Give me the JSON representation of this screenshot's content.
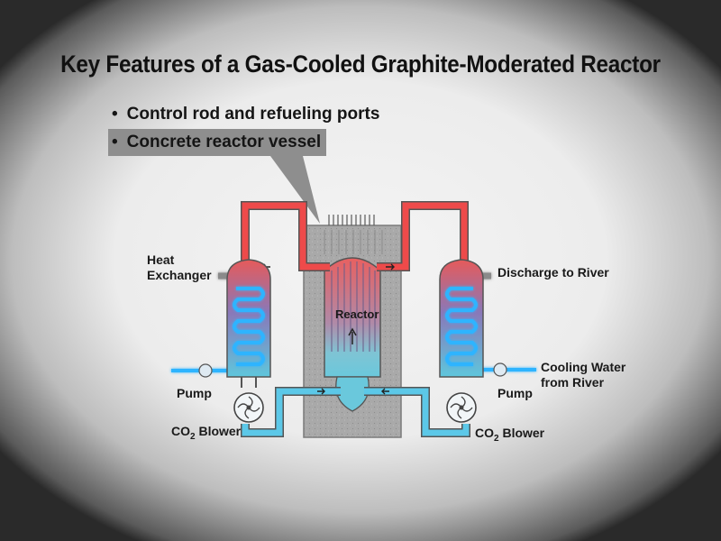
{
  "title": "Key Features of a Gas-Cooled Graphite-Moderated Reactor",
  "bullets": [
    {
      "text": "Control rod and refueling ports",
      "highlighted": false
    },
    {
      "text": "Concrete reactor vessel",
      "highlighted": true
    }
  ],
  "labels": {
    "heat_exchanger_line1": "Heat",
    "heat_exchanger_line2": "Exchanger",
    "reactor": "Reactor",
    "pump_left": "Pump",
    "pump_right": "Pump",
    "blower_left_pre": "CO",
    "blower_left_sub": "2",
    "blower_left_post": " Blower",
    "blower_right_pre": "CO",
    "blower_right_sub": "2",
    "blower_right_post": " Blower",
    "discharge": "Discharge to River",
    "cooling_line1": "Cooling Water",
    "cooling_line2": "from River"
  },
  "colors": {
    "hot_gas": "#e83a3a",
    "cool_gas": "#3fb8d8",
    "water": "#2fb4ff",
    "concrete": "#a8a8a8",
    "highlight_box": "#8e8e8e"
  },
  "icons": {
    "bullet": "bullet-dot-icon",
    "pump": "pump-icon",
    "blower": "blower-fan-icon",
    "flow_arrow": "flow-arrow-icon"
  }
}
